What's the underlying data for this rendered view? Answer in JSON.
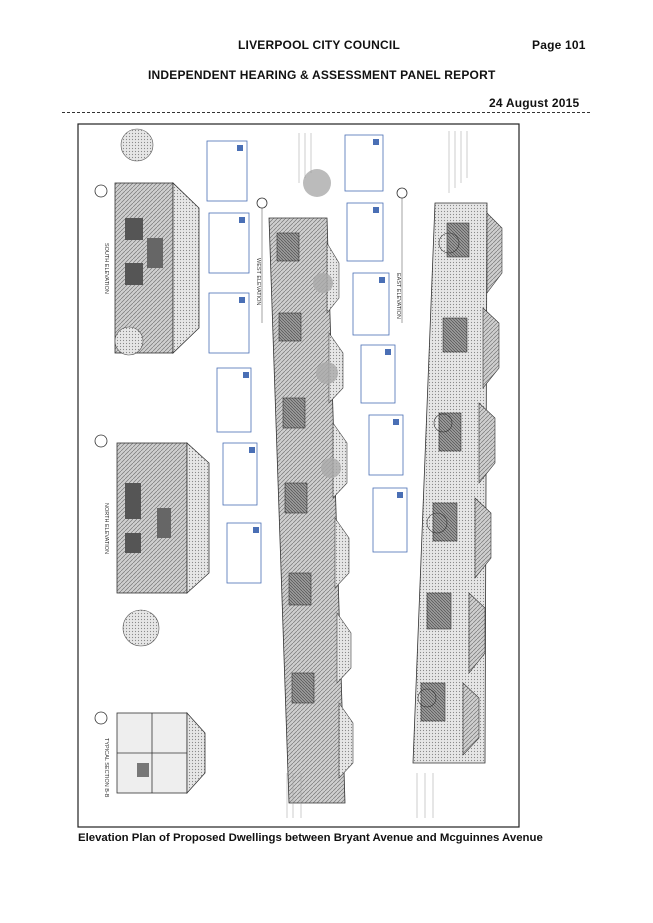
{
  "header": {
    "council": "LIVERPOOL CITY COUNCIL",
    "page": "Page 101",
    "report_title": "INDEPENDENT HEARING & ASSESSMENT PANEL REPORT",
    "date": "24 August 2015"
  },
  "figure": {
    "labels": {
      "south": "SOUTH ELEVATION",
      "north": "NORTH ELEVATION",
      "section": "TYPICAL SECTION B-B",
      "west": "WEST ELEVATION",
      "east": "EAST ELEVATION"
    }
  },
  "caption": "Elevation Plan of Proposed Dwellings between Bryant Avenue and Mcguinnes Avenue"
}
